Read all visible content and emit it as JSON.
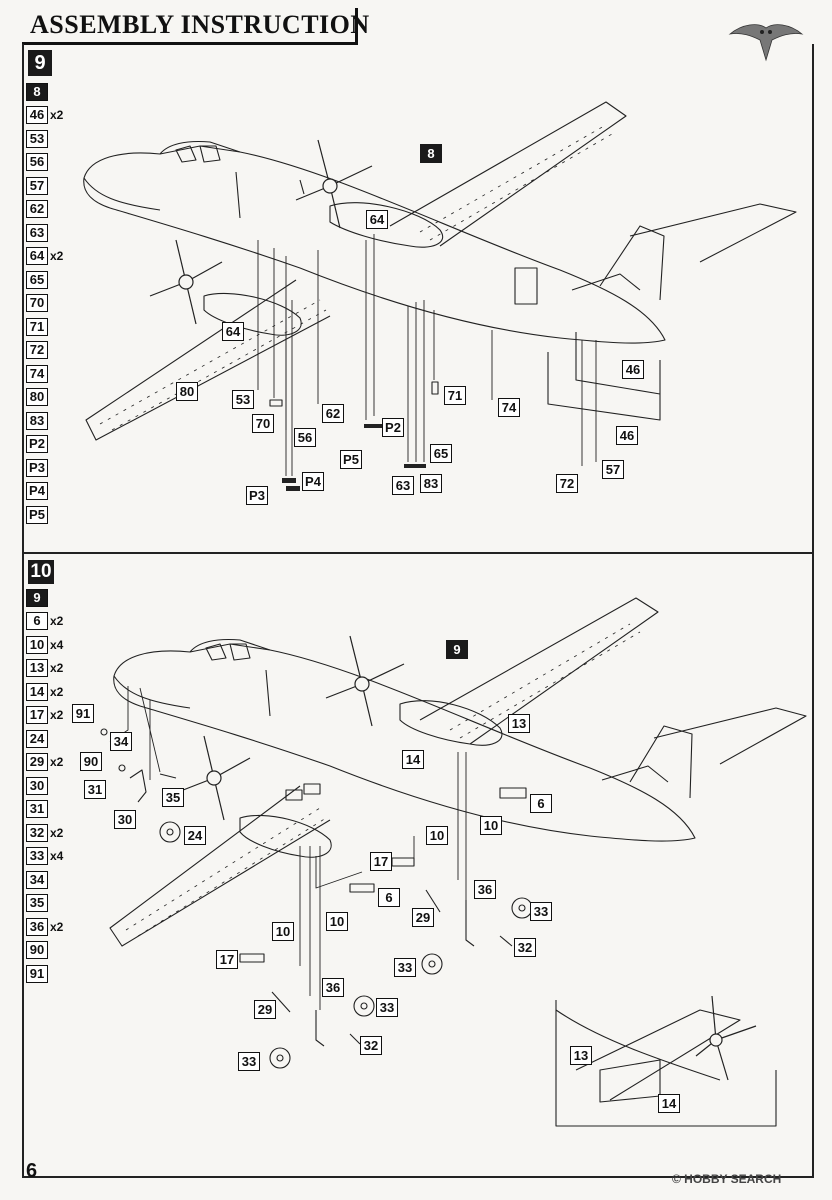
{
  "header": {
    "title": "ASSEMBLY INSTRUCTION"
  },
  "footer": {
    "page_number": "6",
    "watermark": "© HOBBY SEARCH"
  },
  "step9": {
    "number": "9",
    "ref_step": "8",
    "parts": [
      {
        "id": "46",
        "qty": "x2"
      },
      {
        "id": "53",
        "qty": ""
      },
      {
        "id": "56",
        "qty": ""
      },
      {
        "id": "57",
        "qty": ""
      },
      {
        "id": "62",
        "qty": ""
      },
      {
        "id": "63",
        "qty": ""
      },
      {
        "id": "64",
        "qty": "x2"
      },
      {
        "id": "65",
        "qty": ""
      },
      {
        "id": "70",
        "qty": ""
      },
      {
        "id": "71",
        "qty": ""
      },
      {
        "id": "72",
        "qty": ""
      },
      {
        "id": "74",
        "qty": ""
      },
      {
        "id": "80",
        "qty": ""
      },
      {
        "id": "83",
        "qty": ""
      },
      {
        "id": "P2",
        "qty": ""
      },
      {
        "id": "P3",
        "qty": ""
      },
      {
        "id": "P4",
        "qty": ""
      },
      {
        "id": "P5",
        "qty": ""
      }
    ],
    "callouts": {
      "c8": "8",
      "c64a": "64",
      "c64b": "64",
      "c80": "80",
      "c53": "53",
      "c70": "70",
      "c56": "56",
      "c62": "62",
      "cP2": "P2",
      "cP5": "P5",
      "cP4": "P4",
      "cP3": "P3",
      "c65": "65",
      "c63": "63",
      "c83": "83",
      "c71": "71",
      "c74": "74",
      "c46a": "46",
      "c46b": "46",
      "c72": "72",
      "c57": "57"
    }
  },
  "step10": {
    "number": "10",
    "ref_step": "9",
    "parts": [
      {
        "id": "6",
        "qty": "x2"
      },
      {
        "id": "10",
        "qty": "x4"
      },
      {
        "id": "13",
        "qty": "x2"
      },
      {
        "id": "14",
        "qty": "x2"
      },
      {
        "id": "17",
        "qty": "x2"
      },
      {
        "id": "24",
        "qty": ""
      },
      {
        "id": "29",
        "qty": "x2"
      },
      {
        "id": "30",
        "qty": ""
      },
      {
        "id": "31",
        "qty": ""
      },
      {
        "id": "32",
        "qty": "x2"
      },
      {
        "id": "33",
        "qty": "x4"
      },
      {
        "id": "34",
        "qty": ""
      },
      {
        "id": "35",
        "qty": ""
      },
      {
        "id": "36",
        "qty": "x2"
      },
      {
        "id": "90",
        "qty": ""
      },
      {
        "id": "91",
        "qty": ""
      }
    ],
    "callouts": {
      "c9": "9",
      "c91": "91",
      "c34": "34",
      "c90": "90",
      "c31": "31",
      "c35": "35",
      "c30": "30",
      "c24": "24",
      "c14a": "14",
      "c13a": "13",
      "c6a": "6",
      "c10a": "10",
      "c10b": "10",
      "c17a": "17",
      "c6b": "6",
      "c10c": "10",
      "c36a": "36",
      "c29a": "29",
      "c33a": "33",
      "c32a": "32",
      "c33b": "33",
      "c10d": "10",
      "c17b": "17",
      "c36b": "36",
      "c29b": "29",
      "c33c": "33",
      "c32b": "32",
      "c33d": "33",
      "c13b": "13",
      "c14b": "14"
    }
  }
}
